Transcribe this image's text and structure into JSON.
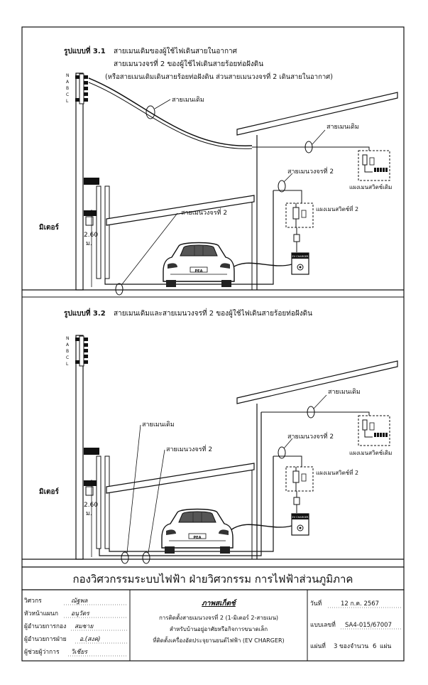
{
  "fig1": {
    "caption_num": "รูปแบบที่ 3.1",
    "caption_line1": "สายเมนเดิมของผู้ใช้ไฟเดินสายในอากาศ",
    "caption_line2": "สายเมนวงจรที่ 2  ของผู้ใช้ไฟเดินสายร้อยท่อฝังดิน",
    "caption_line3": "(หรือสายเมนเดิมเดินสายร้อยท่อฝังดิน ส่วนสายเมนวงจรที่ 2 เดินสายในอากาศ)",
    "label_old_main_air": "สายเมนเดิม",
    "label_old_main_house": "สายเมนเดิม",
    "label_circuit2_house": "สายเมนวงจรที่ 2",
    "label_panel2": "แผงเมนสวิตช์ที่ 2",
    "label_panel_old": "แผงเมนสวิตช์เดิม",
    "label_circuit2_ground": "สายเมนวงจรที่ 2",
    "label_meter": "มิเตอร์",
    "height_value": "2.60",
    "height_unit": "ม.",
    "phase_letters": [
      "N",
      "A",
      "B",
      "C",
      "L"
    ],
    "plate": "PEA",
    "charger": "EV CHARGER"
  },
  "fig2": {
    "caption_num": "รูปแบบที่ 3.2",
    "caption_text": "สายเมนเดิมและสายเมนวงจรที่ 2  ของผู้ใช้ไฟเดินสายร้อยท่อฝังดิน",
    "label_old_main_house": "สายเมนเดิม",
    "label_circuit2_house": "สายเมนวงจรที่ 2",
    "label_panel2": "แผงเมนสวิตช์ที่ 2",
    "label_panel_old": "แผงเมนสวิตช์เดิม",
    "label_old_main_ground": "สายเมนเดิม",
    "label_circuit2_ground": "สายเมนวงจรที่ 2",
    "label_meter": "มิเตอร์",
    "height_value": "2.60",
    "height_unit": "ม.",
    "phase_letters": [
      "N",
      "A",
      "B",
      "C",
      "L"
    ],
    "plate": "PEA",
    "charger": "EV CHARGER"
  },
  "title_block": {
    "org": "กองวิศวกรรมระบบไฟฟ้า   ฝ่ายวิศวกรรม   การไฟฟ้าส่วนภูมิภาค",
    "left_rows": [
      {
        "label": "วิศวกร",
        "value": "ณัฐพล"
      },
      {
        "label": "หัวหน้าแผนก",
        "value": "อนุวัตร"
      },
      {
        "label": "ผู้อำนวยการกอง",
        "value": "สมชาย"
      },
      {
        "label": "ผู้อำนวยการฝ่าย",
        "value": "อ.(สงค)"
      },
      {
        "label": "ผู้ช่วยผู้ว่าการ",
        "value": "วิเชียร"
      }
    ],
    "center_title": "ภาพสเก็ตช์",
    "center_line1": "การติดตั้งสายเมนวงจรที่ 2 (1-มิเตอร์ 2-สายเมน)",
    "center_line2": "สำหรับบ้านอยู่อาศัยหรือกิจการขนาดเล็ก",
    "center_line3": "ที่ติดตั้งเครื่องอัดประจุยานยนต์ไฟฟ้า (EV CHARGER)",
    "date_label": "วันที่",
    "date_value": "12  ก.ค.  2567",
    "drawing_no_label": "แบบเลขที่",
    "drawing_no_value": "SA4-015/67007",
    "sheet_label": "แผ่นที่",
    "sheet_no": "3",
    "sheet_of_label": "ของจำนวน",
    "sheet_total": "6",
    "sheet_unit": "แผ่น"
  }
}
